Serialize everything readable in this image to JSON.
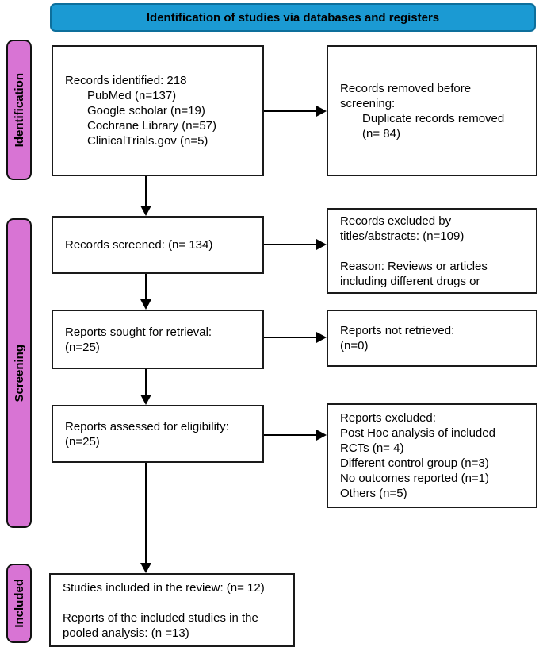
{
  "colors": {
    "header_bg": "#1b9ad3",
    "header_border": "#0d6f9c",
    "stage_bg": "#d874d4"
  },
  "header": {
    "title": "Identification of studies via databases and registers"
  },
  "stages": {
    "identification": "Identification",
    "screening": "Screening",
    "included": "Included"
  },
  "boxes": {
    "records_identified": {
      "lines": [
        "Records identified: 218",
        "PubMed (n=137)",
        "Google scholar (n=19)",
        "Cochrane Library (n=57)",
        "ClinicalTrials.gov (n=5)"
      ]
    },
    "records_removed": {
      "lines": [
        "Records removed before",
        "screening:",
        "Duplicate records removed",
        "(n= 84)"
      ]
    },
    "records_screened": {
      "lines": [
        "Records screened: (n= 134)"
      ]
    },
    "records_excluded": {
      "lines": [
        "Records excluded by",
        "titles/abstracts: (n=109)",
        "",
        "Reason: Reviews or articles",
        "including different drugs or"
      ]
    },
    "reports_sought": {
      "lines": [
        "Reports sought for retrieval:",
        "(n=25)"
      ]
    },
    "reports_not_retrieved": {
      "lines": [
        "Reports not retrieved:",
        "(n=0)"
      ]
    },
    "reports_assessed": {
      "lines": [
        "Reports assessed for eligibility:",
        "(n=25)"
      ]
    },
    "reports_excluded": {
      "lines": [
        "Reports excluded:",
        "Post Hoc analysis of included",
        "RCTs (n= 4)",
        "Different control group (n=3)",
        "No outcomes reported (n=1)",
        "Others (n=5)"
      ]
    },
    "studies_included": {
      "lines": [
        "Studies included in the review: (n= 12)",
        "",
        "Reports of the included studies in the",
        "pooled analysis: (n =13)"
      ]
    }
  }
}
